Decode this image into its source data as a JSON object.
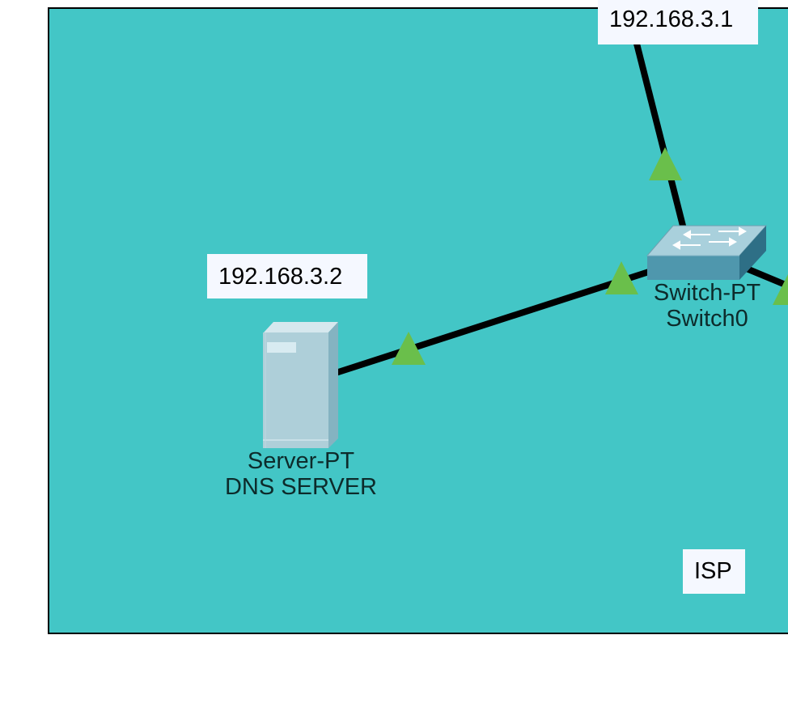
{
  "area": {
    "label": "ISP",
    "background": "#43c6c6",
    "border_color": "#000000"
  },
  "notes": {
    "router_ip": "192.168.3.1",
    "server_ip": "192.168.3.2"
  },
  "devices": {
    "switch": {
      "model": "Switch-PT",
      "name": "Switch0",
      "icon": "switch-icon"
    },
    "server": {
      "model": "Server-PT",
      "name": "DNS SERVER",
      "icon": "server-icon"
    }
  },
  "links": {
    "cable_color": "#000000",
    "link_light_color": "#6abf4b"
  }
}
